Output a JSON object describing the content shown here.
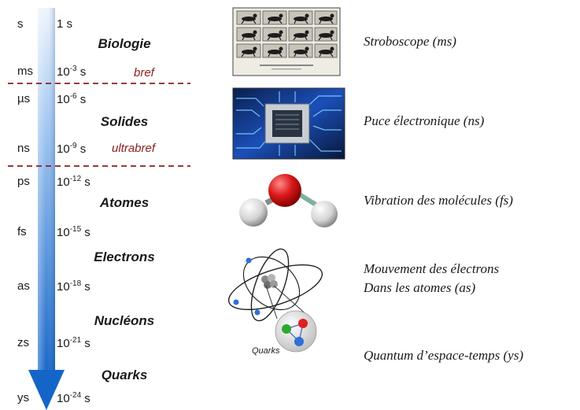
{
  "scale": [
    {
      "unit": "s",
      "base": "1 s",
      "exp": ""
    },
    {
      "unit": "ms",
      "base": "10",
      "exp": "-3",
      "suffix": " s"
    },
    {
      "unit": "µs",
      "base": "10",
      "exp": "-6",
      "suffix": " s"
    },
    {
      "unit": "ns",
      "base": "10",
      "exp": "-9",
      "suffix": " s"
    },
    {
      "unit": "ps",
      "base": "10",
      "exp": "-12",
      "suffix": " s"
    },
    {
      "unit": "fs",
      "base": "10",
      "exp": "-15",
      "suffix": " s"
    },
    {
      "unit": "as",
      "base": "10",
      "exp": "-18",
      "suffix": " s"
    },
    {
      "unit": "zs",
      "base": "10",
      "exp": "-21",
      "suffix": " s"
    },
    {
      "unit": "ys",
      "base": "10",
      "exp": "-24",
      "suffix": " s"
    }
  ],
  "domains": [
    "Biologie",
    "Solides",
    "Atomes",
    "Electrons",
    "Nucléons",
    "Quarks"
  ],
  "regimes": [
    "bref",
    "ultrabref"
  ],
  "descriptions": [
    "Stroboscope (ms)",
    "Puce électronique (ns)",
    "Vibration des molécules (fs)",
    "Mouvement des électrons",
    "Dans les atomes (as)",
    "Quantum d’espace-temps (ys)"
  ],
  "images": {
    "stroboscope": "stroboscope-photo",
    "chip": "chip-icon",
    "molecule": "water-molecule-icon",
    "atom": "atom-icon",
    "quarks_label": "Quarks"
  },
  "colors": {
    "arrow_light": "#cfe3fa",
    "arrow_dark": "#1565c8",
    "divider": "#8b1e1e",
    "oxygen": "#d81818",
    "hydrogen": "#cfcfcf"
  }
}
